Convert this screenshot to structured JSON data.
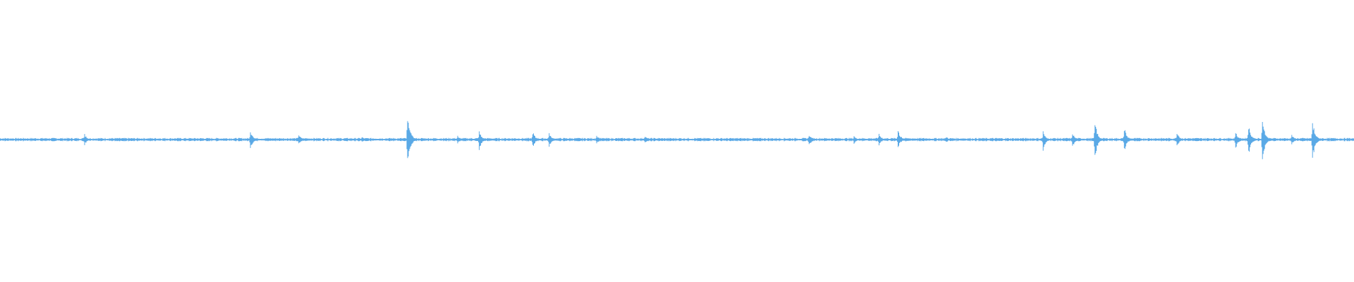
{
  "waveform": {
    "color": "#5aa9e6",
    "background": "#ffffff",
    "baseline_fraction": 0.495,
    "noise_amplitude": 0.006,
    "duration_units": 1568,
    "peaks": [
      {
        "t": 98,
        "up": 0.02,
        "down": 0.02
      },
      {
        "t": 290,
        "up": 0.03,
        "down": 0.035
      },
      {
        "t": 346,
        "up": 0.02,
        "down": 0.018
      },
      {
        "t": 419,
        "up": 0.012,
        "down": 0.01
      },
      {
        "t": 472,
        "up": 0.1,
        "down": 0.1
      },
      {
        "t": 530,
        "up": 0.015,
        "down": 0.015
      },
      {
        "t": 555,
        "up": 0.03,
        "down": 0.038
      },
      {
        "t": 617,
        "up": 0.03,
        "down": 0.03
      },
      {
        "t": 636,
        "up": 0.025,
        "down": 0.028
      },
      {
        "t": 691,
        "up": 0.018,
        "down": 0.018
      },
      {
        "t": 747,
        "up": 0.015,
        "down": 0.015
      },
      {
        "t": 937,
        "up": 0.02,
        "down": 0.025
      },
      {
        "t": 989,
        "up": 0.012,
        "down": 0.015
      },
      {
        "t": 1018,
        "up": 0.022,
        "down": 0.022
      },
      {
        "t": 1040,
        "up": 0.04,
        "down": 0.035
      },
      {
        "t": 1096,
        "up": 0.01,
        "down": 0.01
      },
      {
        "t": 1208,
        "up": 0.03,
        "down": 0.04
      },
      {
        "t": 1242,
        "up": 0.025,
        "down": 0.03
      },
      {
        "t": 1268,
        "up": 0.068,
        "down": 0.072
      },
      {
        "t": 1302,
        "up": 0.045,
        "down": 0.045
      },
      {
        "t": 1363,
        "up": 0.025,
        "down": 0.025
      },
      {
        "t": 1431,
        "up": 0.028,
        "down": 0.035
      },
      {
        "t": 1446,
        "up": 0.055,
        "down": 0.06
      },
      {
        "t": 1462,
        "up": 0.072,
        "down": 0.08
      },
      {
        "t": 1496,
        "up": 0.02,
        "down": 0.02
      },
      {
        "t": 1520,
        "up": 0.072,
        "down": 0.08
      }
    ]
  }
}
